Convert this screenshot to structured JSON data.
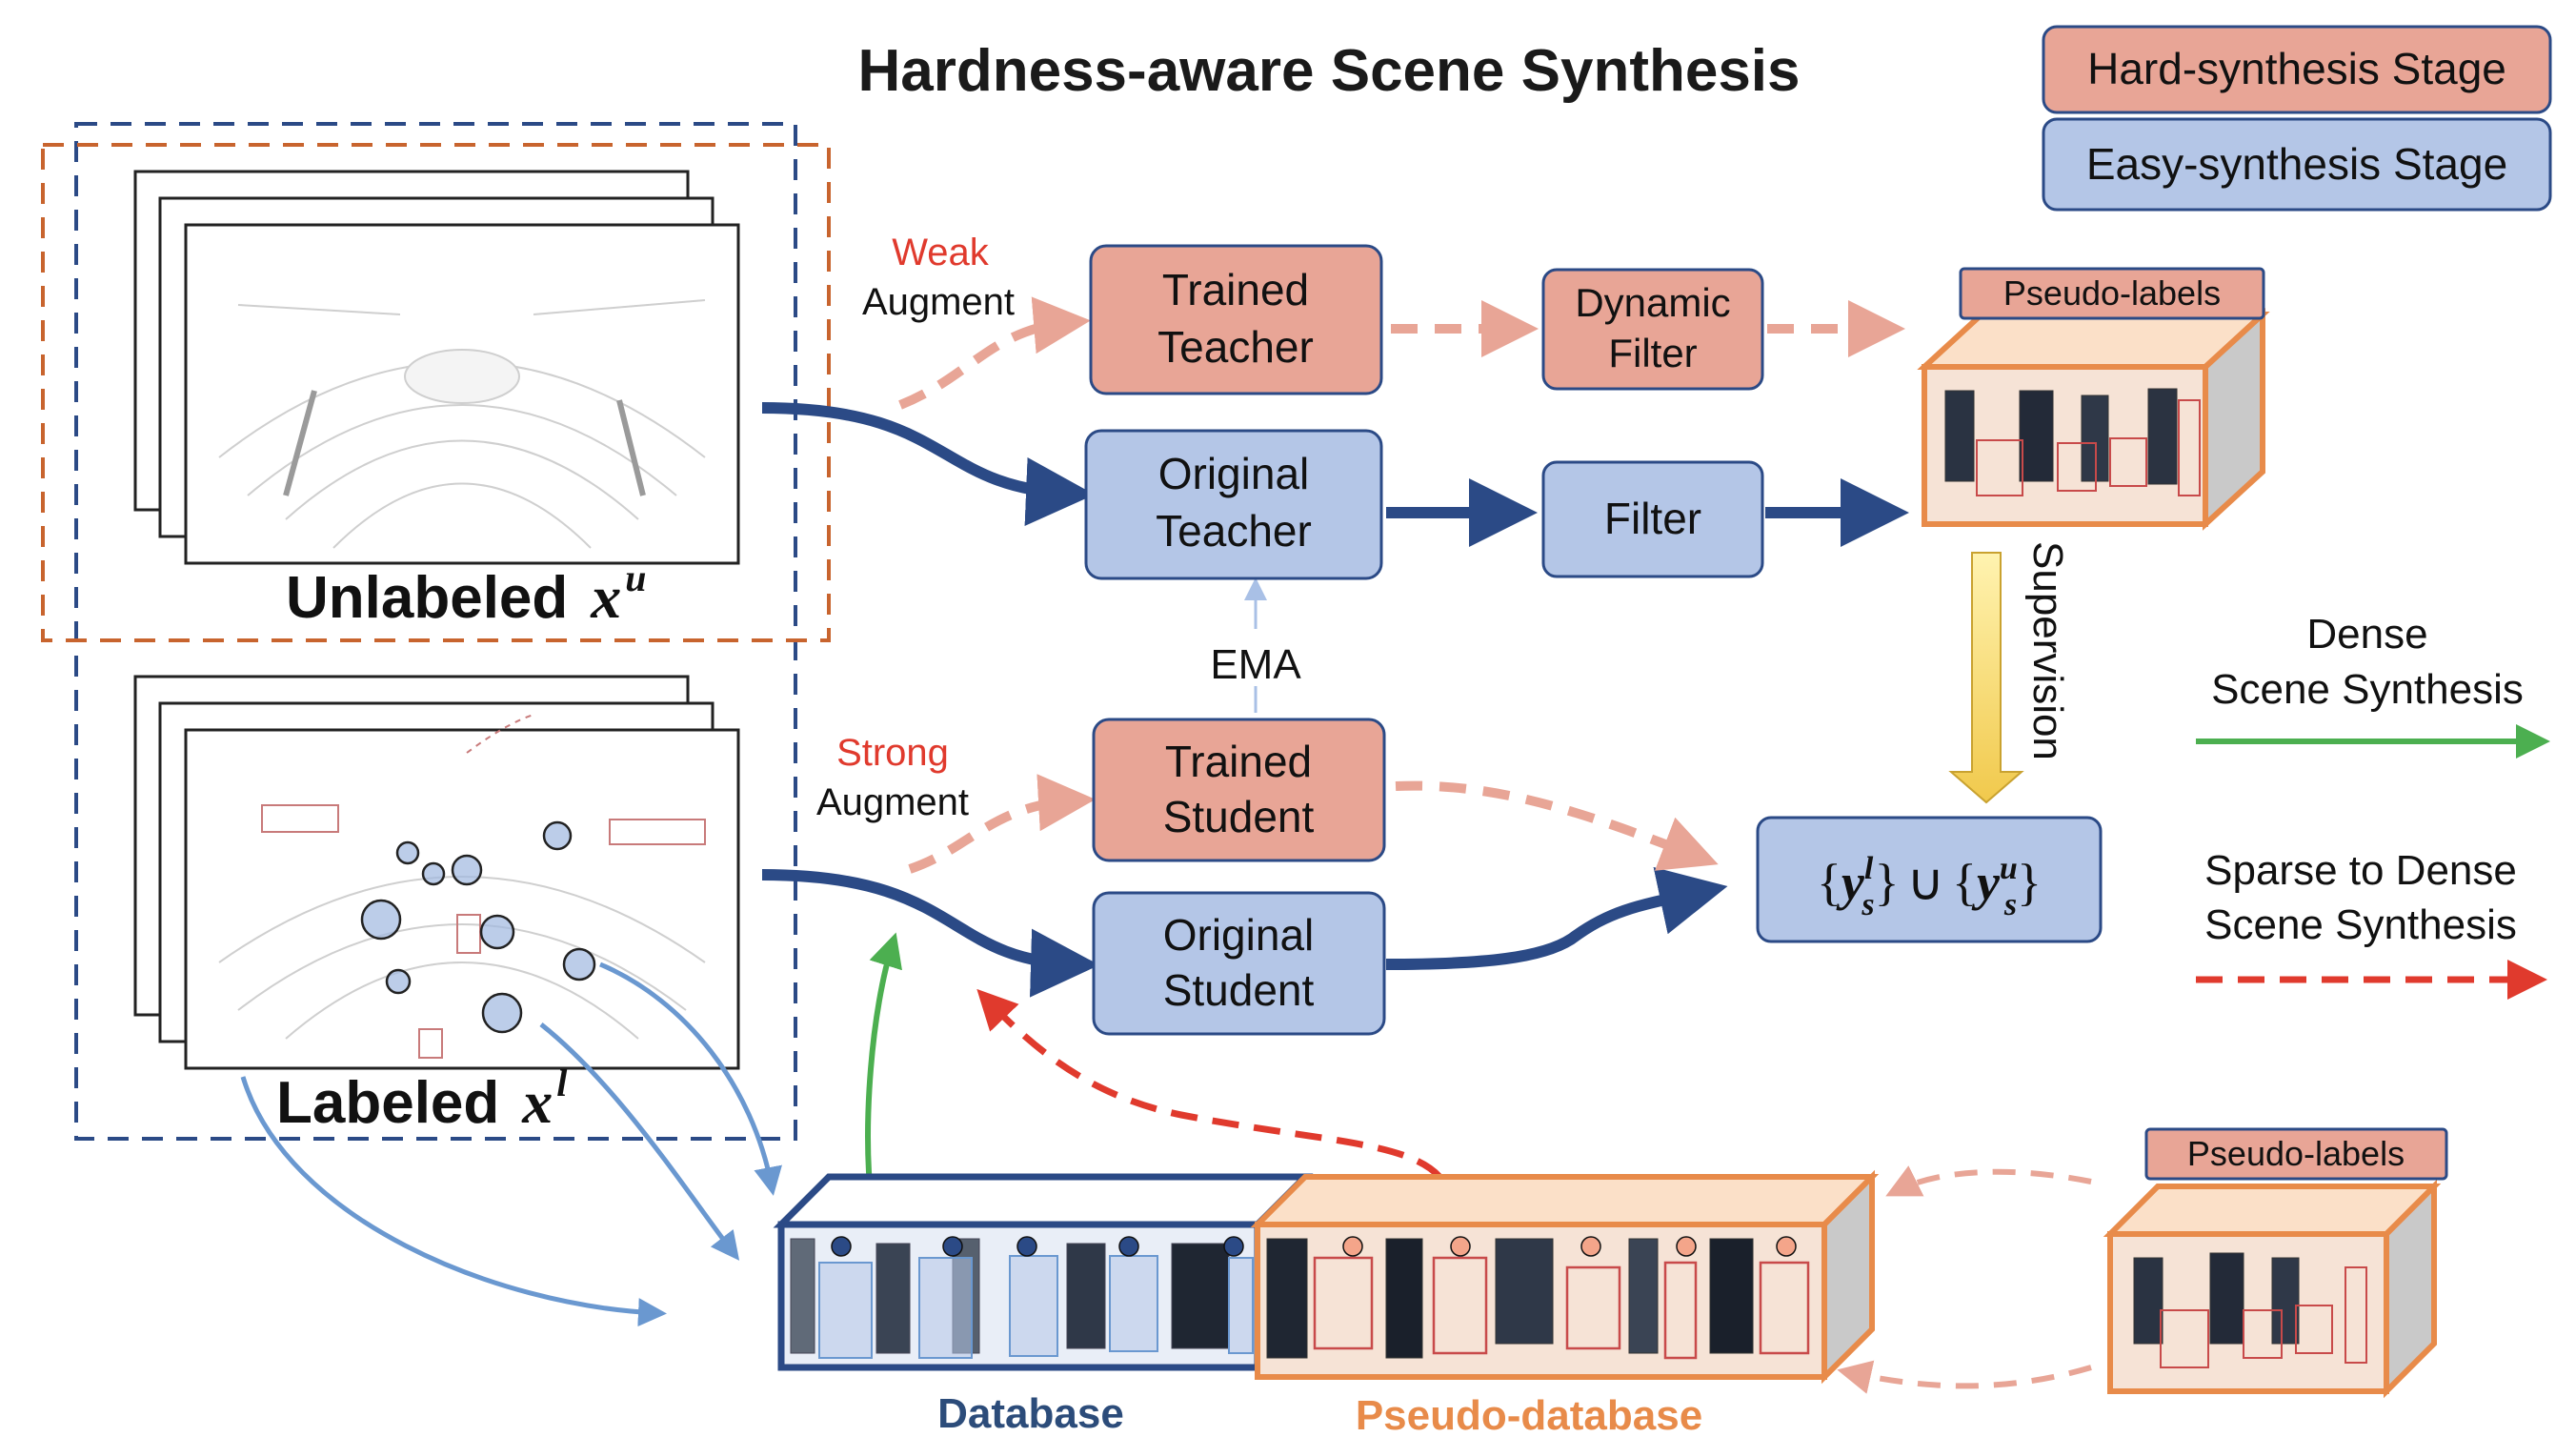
{
  "title": "Hardness-aware Scene Synthesis",
  "legend": {
    "hard_stage": "Hard-synthesis Stage",
    "easy_stage": "Easy-synthesis Stage",
    "dense_line1": "Dense",
    "dense_line2": "Scene Synthesis",
    "sparse_line1": "Sparse to Dense",
    "sparse_line2": "Scene Synthesis",
    "colors": {
      "hard_fill": "#e8a596",
      "easy_fill": "#b4c6e7",
      "dense_arrow": "#4caf50",
      "sparse_arrow": "#e03a2d"
    }
  },
  "inputs": {
    "unlabeled_label": "Unlabeled",
    "unlabeled_var": "x",
    "unlabeled_sup": "u",
    "labeled_label": "Labeled",
    "labeled_var": "x",
    "labeled_sup": "l"
  },
  "augment": {
    "weak": "Weak",
    "weak_aug": "Augment",
    "strong": "Strong",
    "strong_aug": "Augment"
  },
  "boxes": {
    "trained_teacher_1": "Trained",
    "trained_teacher_2": "Teacher",
    "original_teacher_1": "Original",
    "original_teacher_2": "Teacher",
    "dynamic_filter_1": "Dynamic",
    "dynamic_filter_2": "Filter",
    "filter": "Filter",
    "trained_student_1": "Trained",
    "trained_student_2": "Student",
    "original_student_1": "Original",
    "original_student_2": "Student"
  },
  "ema": "EMA",
  "supervision": "Supervision",
  "pseudo_labels": "Pseudo-labels",
  "pseudo_labels_2": "Pseudo-labels",
  "union": {
    "y": "y",
    "sub": "s",
    "sup_l": "l",
    "sup_u": "u",
    "op": "∪"
  },
  "database": "Database",
  "pseudo_database": "Pseudo-database"
}
